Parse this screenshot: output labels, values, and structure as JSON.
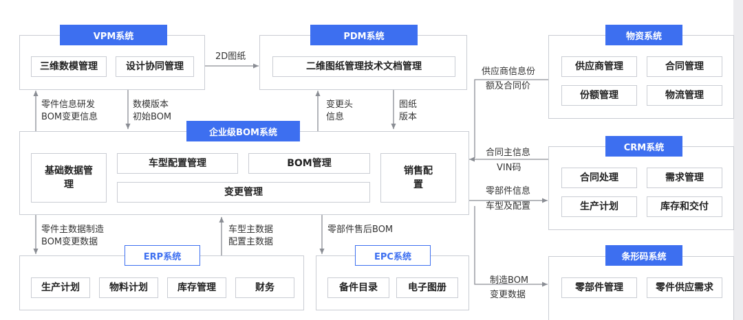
{
  "systems": {
    "vpm": {
      "title": "VPM系统",
      "items": [
        "三维数模管理",
        "设计协同管理"
      ]
    },
    "pdm": {
      "title": "PDM系统",
      "items": [
        "二维图纸管理技术文档管理"
      ]
    },
    "wuzi": {
      "title": "物资系统",
      "items": [
        "供应商管理",
        "合同管理",
        "份额管理",
        "物流管理"
      ]
    },
    "bom": {
      "title": "企业级BOM系统",
      "items": [
        "基础数据管理",
        "车型配置管理",
        "BOM管理",
        "变更管理",
        "销售配置"
      ]
    },
    "crm": {
      "title": "CRM系统",
      "items": [
        "合同处理",
        "需求管理",
        "生产计划",
        "库存和交付"
      ]
    },
    "erp": {
      "title": "ERP系统",
      "items": [
        "生产计划",
        "物料计划",
        "库存管理",
        "财务"
      ]
    },
    "epc": {
      "title": "EPC系统",
      "items": [
        "备件目录",
        "电子图册"
      ]
    },
    "barcode": {
      "title": "条形码系统",
      "items": [
        "零部件管理",
        "零件供应需求"
      ]
    }
  },
  "flows": {
    "vpm_pdm": "2D图纸",
    "bom_vpm_up": [
      "零件信息研发",
      "BOM变更信息"
    ],
    "vpm_bom_down": [
      "数模版本",
      "初始BOM"
    ],
    "bom_pdm_up": [
      "变更头",
      "信息"
    ],
    "pdm_bom_down": [
      "图纸",
      "版本"
    ],
    "wuzi_bom": [
      "供应商信息份",
      "额及合同价"
    ],
    "crm_bom": [
      "合同主信息",
      "VIN码"
    ],
    "bom_crm": [
      "零部件信息",
      "车型及配置"
    ],
    "bom_erp_down": [
      "零件主数据制造",
      "BOM变更数据"
    ],
    "erp_bom_up": [
      "车型主数据",
      "配置主数据"
    ],
    "bom_epc": "零部件售后BOM",
    "bom_barcode": [
      "制造BOM",
      "变更数据"
    ]
  },
  "colors": {
    "accent": "#3d6ff0",
    "border": "#c9ccd3",
    "line": "#8a8d94"
  }
}
